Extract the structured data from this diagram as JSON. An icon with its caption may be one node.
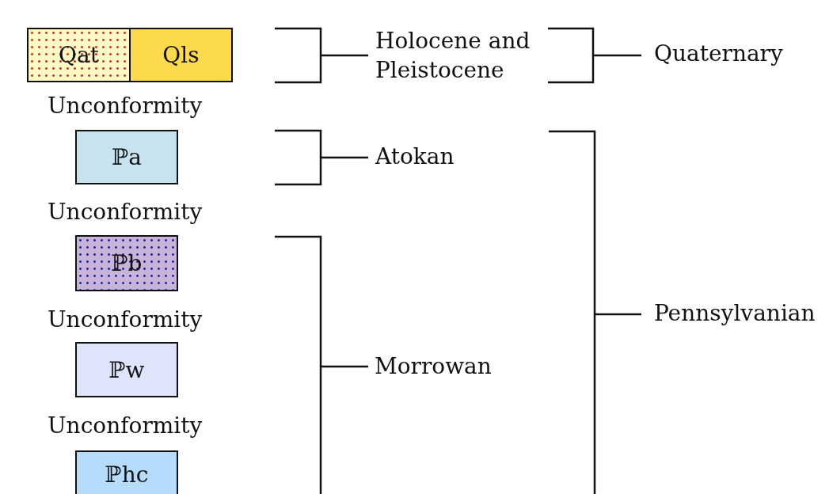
{
  "diagram": {
    "nodes": [
      {
        "text": [
          "Qat"
        ]
      },
      {
        "text": [
          "Qls"
        ]
      },
      {
        "text": [
          "ℙa"
        ]
      },
      {
        "text": [
          "ℙb"
        ]
      },
      {
        "text": [
          "ℙw"
        ]
      },
      {
        "text": [
          "ℙhc"
        ]
      }
    ],
    "labels": [
      "Holocene and Pleistocene",
      "Quaternary",
      "Unconformity",
      "Atokan",
      "Unconformity",
      "Pennsylvanian",
      "Unconformity",
      "Morrowan",
      "Unconformity"
    ]
  }
}
